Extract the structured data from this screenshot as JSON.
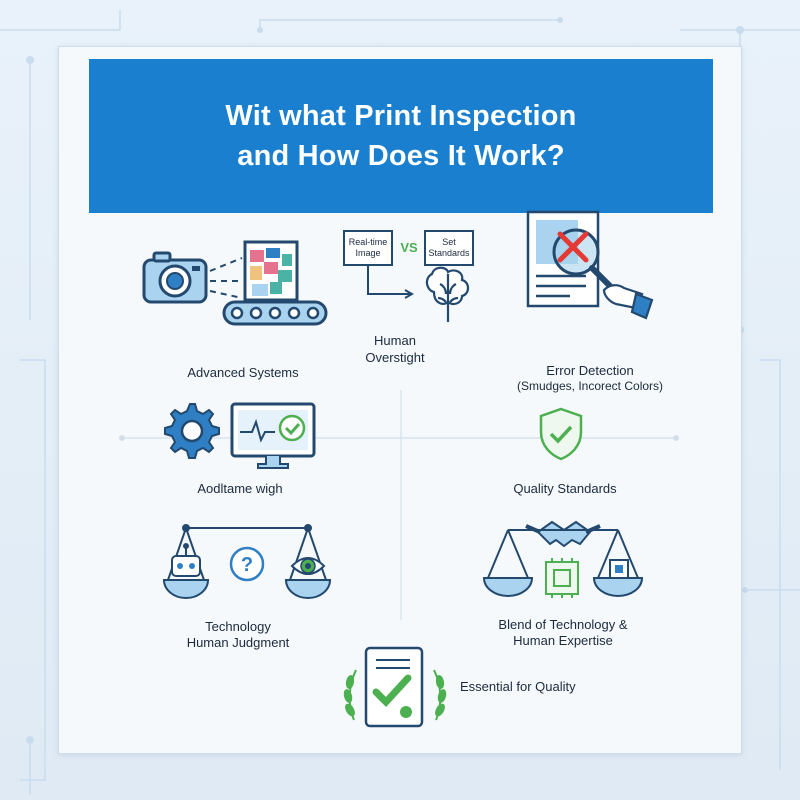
{
  "header": {
    "title_line1": "Wit what Print Inspection",
    "title_line2": "and How Does It Work?"
  },
  "labels": {
    "advanced_systems": "Advanced Systems",
    "human_oversight_1": "Human",
    "human_oversight_2": "Overstight",
    "error_detection_1": "Error Detection",
    "error_detection_2": "(Smudges, Incorect Colors)",
    "realtime_weigh": "Aodltame wigh",
    "quality_standards": "Quality Standards",
    "tech_judgment_1": "Technology",
    "tech_judgment_2": "Human Judgment",
    "blend_1": "Blend of Technology &",
    "blend_2": "Human Expertise",
    "essential": "Essential for Quality"
  },
  "compare": {
    "left_1": "Real-time",
    "left_2": "Image",
    "vs": "VS",
    "right_1": "Set",
    "right_2": "Standards"
  },
  "icons": [
    "camera-icon",
    "conveyor-belt-icon",
    "print-sheet-icon",
    "brain-icon",
    "document-icon",
    "magnifier-icon",
    "error-x-icon",
    "gear-icon",
    "monitor-icon",
    "check-icon",
    "shield-check-icon",
    "robot-icon",
    "question-icon",
    "eye-icon",
    "scale-icon",
    "handshake-icon",
    "chip-icon",
    "certificate-icon",
    "laurel-icon"
  ],
  "colors": {
    "banner": "#1b7fcf",
    "icon_stroke": "#24496e",
    "icon_blue": "#2f7fc4",
    "light_blue": "#a9d3ef",
    "accent_green": "#4caf50",
    "error_red": "#e53935"
  }
}
